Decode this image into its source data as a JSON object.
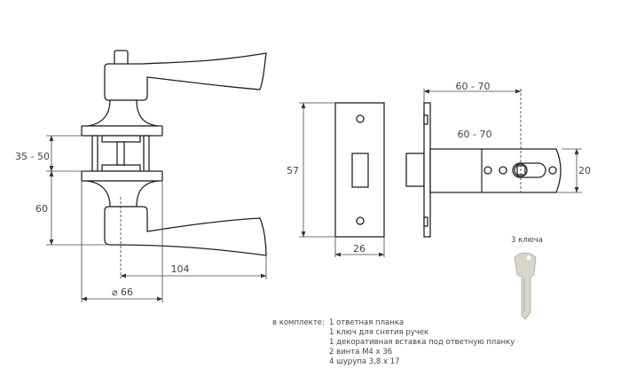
{
  "handle": {
    "dim_thickness": "35 - 50",
    "dim_height": "60",
    "dim_length": "104",
    "dim_diameter": "⌀ 66"
  },
  "strike_plate": {
    "dim_height": "57",
    "dim_width": "26"
  },
  "latch": {
    "dim_backset_top": "60 - 70",
    "dim_backset": "60 - 70",
    "dim_height": "20"
  },
  "keys": {
    "label": "3 ключа"
  },
  "kit": {
    "label": "в комплекте:",
    "items": [
      "1 ответная планка",
      "1 ключ для снятия ручек",
      "1 декоративная вставка под ответную планку",
      "2 винта М4 х 36",
      "4 шурупа 3,8 х 17"
    ]
  }
}
